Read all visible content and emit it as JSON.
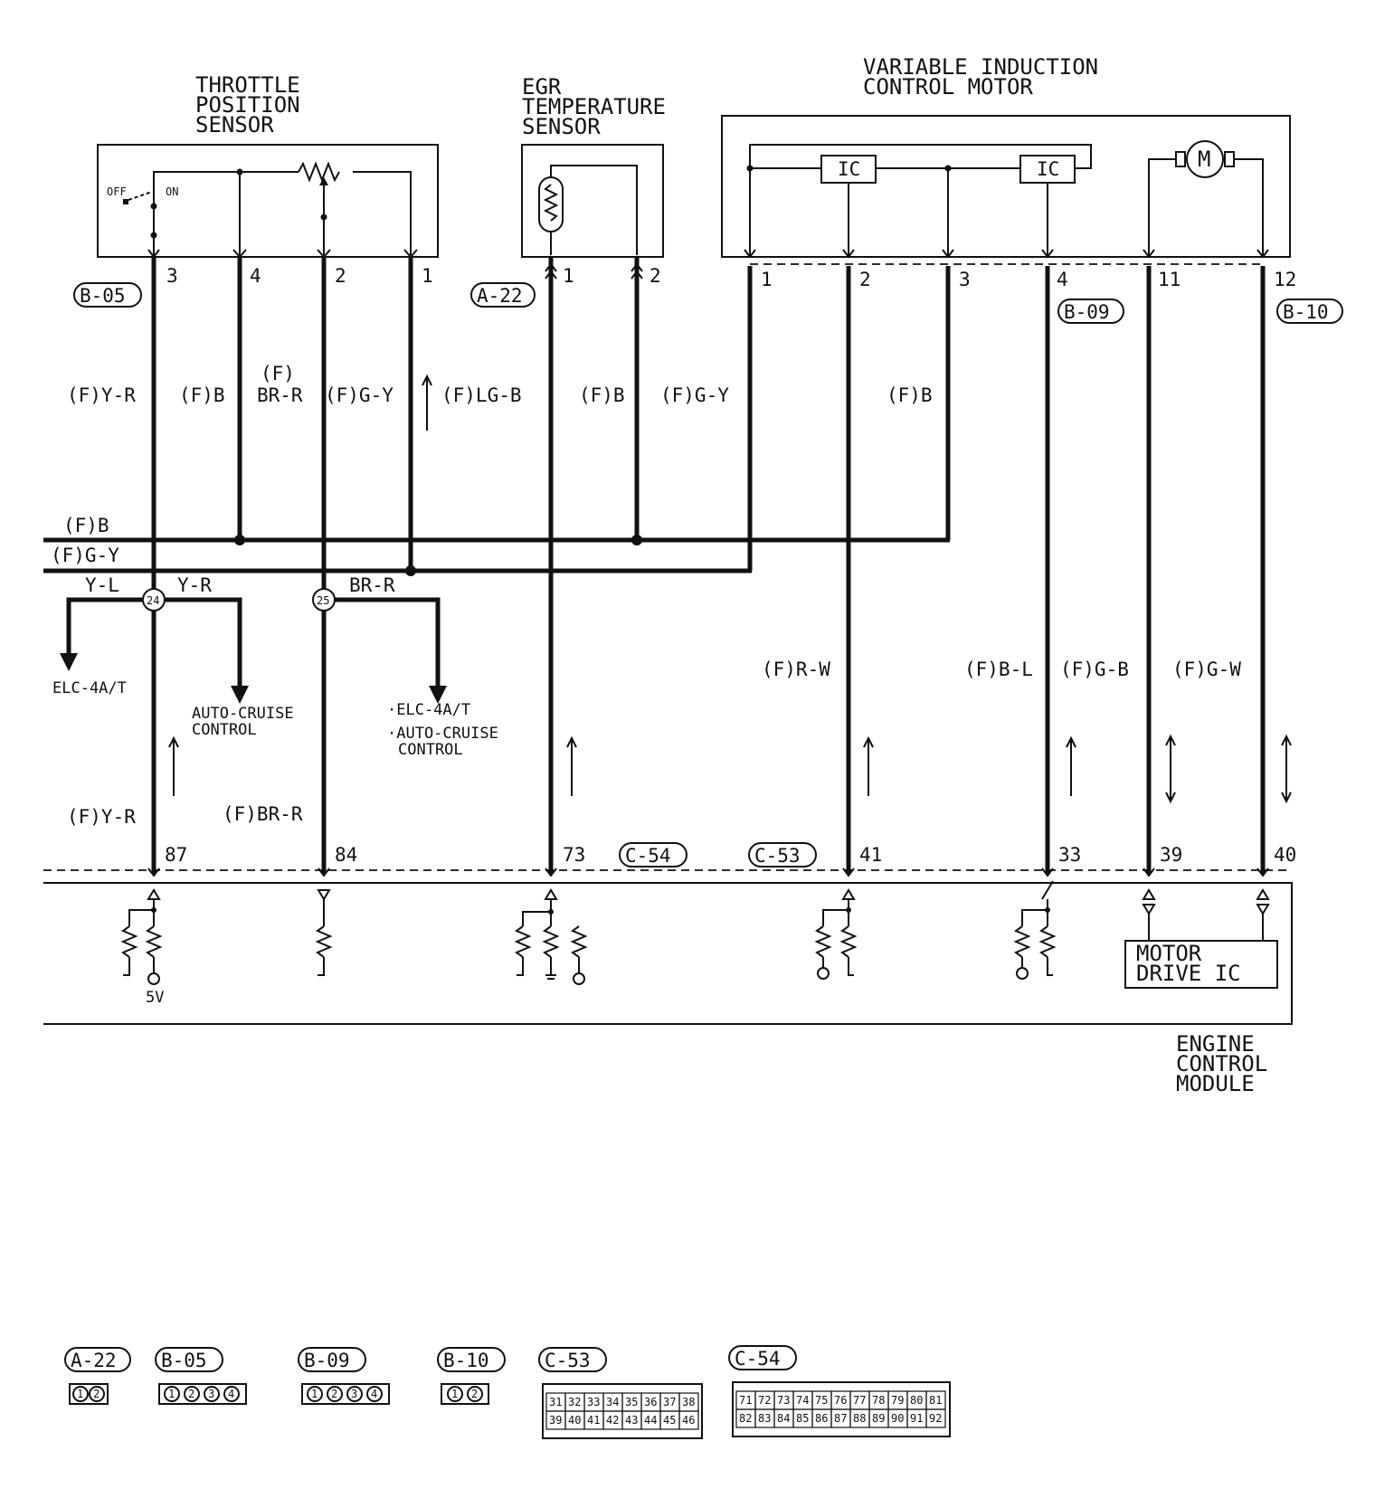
{
  "components": {
    "tps": {
      "title_lines": [
        "THROTTLE",
        "POSITION",
        "SENSOR"
      ],
      "off": "OFF",
      "on": "ON",
      "pins": [
        "3",
        "4",
        "2",
        "1"
      ],
      "connector": "B-05"
    },
    "egr": {
      "title_lines": [
        "EGR",
        "TEMPERATURE",
        "SENSOR"
      ],
      "pins": [
        "1",
        "2"
      ],
      "connector": "A-22"
    },
    "vic": {
      "title_lines": [
        "VARIABLE INDUCTION",
        "CONTROL MOTOR"
      ],
      "ic_label": "IC",
      "motor_label": "M",
      "pins": [
        "1",
        "2",
        "3",
        "4",
        "11",
        "12"
      ],
      "connectors": [
        "B-09",
        "B-10"
      ]
    },
    "ecm": {
      "title_lines": [
        "ENGINE",
        "CONTROL",
        "MODULE"
      ],
      "pins": [
        "87",
        "84",
        "73",
        "41",
        "33",
        "39",
        "40"
      ],
      "connectors": [
        "C-54",
        "C-53"
      ],
      "supply": "5V",
      "motor_ic_lines": [
        "MOTOR",
        "DRIVE IC"
      ]
    }
  },
  "wires": {
    "upper": [
      "(F)Y-R",
      "(F)B",
      "(F)",
      "BR-R",
      "(F)G-Y",
      "(F)LG-B",
      "(F)B",
      "(F)G-Y",
      "(F)B"
    ],
    "bus_b": "(F)B",
    "bus_gy": "(F)G-Y",
    "splice_24": "24",
    "splice_25": "25",
    "branch_yl": "Y-L",
    "branch_yr": "Y-R",
    "branch_brr": "BR-R",
    "lower_left": [
      "(F)Y-R",
      "(F)BR-R"
    ],
    "lower_right": [
      "(F)R-W",
      "(F)B-L",
      "(F)G-B",
      "(F)G-W"
    ]
  },
  "destinations": {
    "elc": "ELC-4A/T",
    "cruise_lines": [
      "AUTO-CRUISE",
      "CONTROL"
    ],
    "combo_lines": [
      "·ELC-4A/T",
      "·AUTO-CRUISE",
      "CONTROL"
    ]
  },
  "legend": {
    "labels": [
      "A-22",
      "B-05",
      "B-09",
      "B-10",
      "C-53",
      "C-54"
    ],
    "a22_pins": [
      "1",
      "2"
    ],
    "b05_pins": [
      "1",
      "2",
      "3",
      "4"
    ],
    "b09_pins": [
      "1",
      "2",
      "3",
      "4"
    ],
    "b10_pins": [
      "1",
      "2"
    ],
    "c53_row1": [
      "31",
      "32",
      "33",
      "34",
      "35",
      "36",
      "37",
      "38"
    ],
    "c53_row2": [
      "39",
      "40",
      "41",
      "42",
      "43",
      "44",
      "45",
      "46"
    ],
    "c54_row1": [
      "71",
      "72",
      "73",
      "74",
      "75",
      "76",
      "77",
      "78",
      "79",
      "80",
      "81"
    ],
    "c54_row2": [
      "82",
      "83",
      "84",
      "85",
      "86",
      "87",
      "88",
      "89",
      "90",
      "91",
      "92"
    ]
  }
}
